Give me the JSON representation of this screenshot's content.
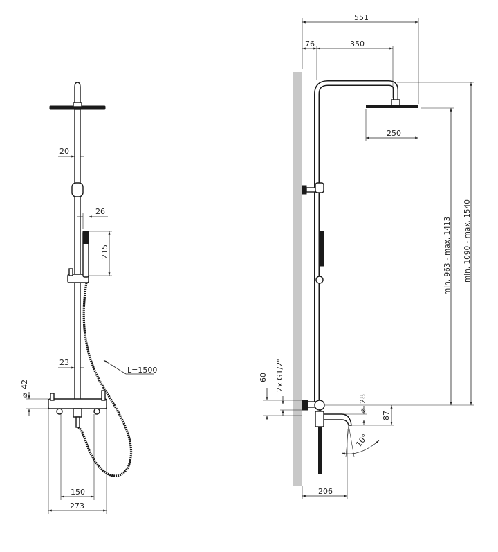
{
  "front_view": {
    "dim_bar_diameter": "20",
    "dim_handshower_offset": "26",
    "dim_handshower_length": "215",
    "dim_rail_diameter": "23",
    "dim_hose_length": "L=1500",
    "dim_mixer_diameter": "42",
    "dim_inlet_spacing": "150",
    "dim_mixer_width": "273"
  },
  "side_view": {
    "dim_total_projection": "551",
    "dim_wall_to_bar": "76",
    "dim_arm_length": "350",
    "dim_head_diameter": "250",
    "dim_height_range_1": "min. 963 - max. 1413",
    "dim_height_range_2": "min. 1090 - max. 1540",
    "dim_inlet_height": "60",
    "dim_connections": "2x G1/2\"",
    "dim_spout_diameter": "28",
    "dim_spout_height": "87",
    "dim_spout_angle": "10°",
    "dim_spout_projection": "206"
  },
  "colors": {
    "line": "#1a1a1a",
    "wall": "#c8c8c8"
  }
}
